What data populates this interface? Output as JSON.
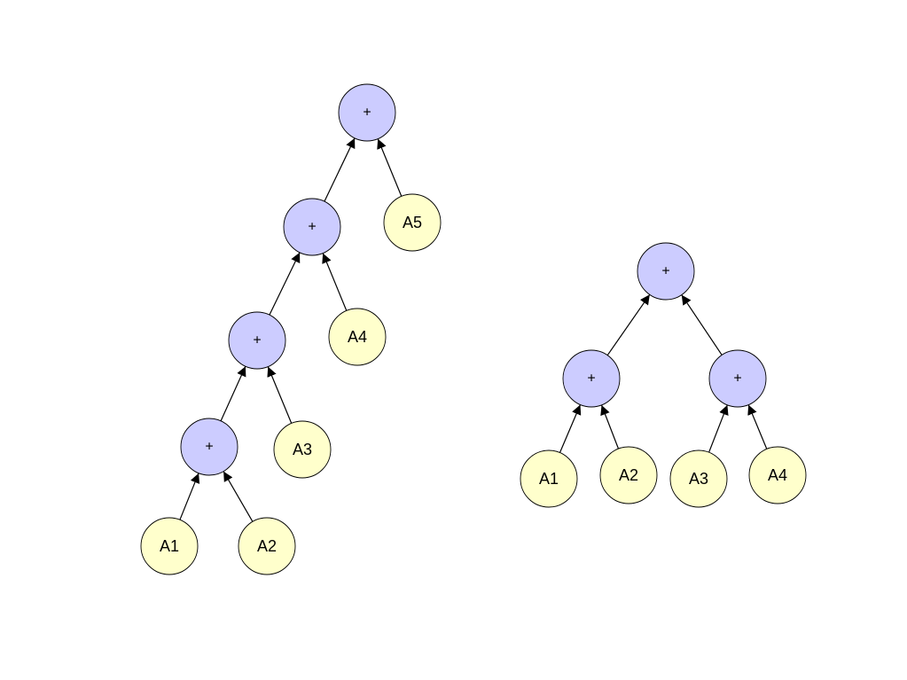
{
  "colors": {
    "operator_fill": "#ccccff",
    "operand_fill": "#ffffcc",
    "stroke": "#000000"
  },
  "trees": [
    {
      "name": "sequential-tree",
      "nodes": [
        {
          "id": "s1",
          "kind": "operator",
          "label": "+"
        },
        {
          "id": "s2",
          "kind": "operator",
          "label": "+"
        },
        {
          "id": "s3",
          "kind": "operator",
          "label": "+"
        },
        {
          "id": "s4",
          "kind": "operator",
          "label": "+"
        },
        {
          "id": "sA1",
          "kind": "operand",
          "label": "A1"
        },
        {
          "id": "sA2",
          "kind": "operand",
          "label": "A2"
        },
        {
          "id": "sA3",
          "kind": "operand",
          "label": "A3"
        },
        {
          "id": "sA4",
          "kind": "operand",
          "label": "A4"
        },
        {
          "id": "sA5",
          "kind": "operand",
          "label": "A5"
        }
      ],
      "edges": [
        {
          "from": "s2",
          "to": "s1"
        },
        {
          "from": "sA5",
          "to": "s1"
        },
        {
          "from": "s3",
          "to": "s2"
        },
        {
          "from": "sA4",
          "to": "s2"
        },
        {
          "from": "s4",
          "to": "s3"
        },
        {
          "from": "sA3",
          "to": "s3"
        },
        {
          "from": "sA1",
          "to": "s4"
        },
        {
          "from": "sA2",
          "to": "s4"
        }
      ]
    },
    {
      "name": "balanced-tree",
      "nodes": [
        {
          "id": "b1",
          "kind": "operator",
          "label": "+"
        },
        {
          "id": "b2",
          "kind": "operator",
          "label": "+"
        },
        {
          "id": "b3",
          "kind": "operator",
          "label": "+"
        },
        {
          "id": "bA1",
          "kind": "operand",
          "label": "A1"
        },
        {
          "id": "bA2",
          "kind": "operand",
          "label": "A2"
        },
        {
          "id": "bA3",
          "kind": "operand",
          "label": "A3"
        },
        {
          "id": "bA4",
          "kind": "operand",
          "label": "A4"
        }
      ],
      "edges": [
        {
          "from": "b2",
          "to": "b1"
        },
        {
          "from": "b3",
          "to": "b1"
        },
        {
          "from": "bA1",
          "to": "b2"
        },
        {
          "from": "bA2",
          "to": "b2"
        },
        {
          "from": "bA3",
          "to": "b3"
        },
        {
          "from": "bA4",
          "to": "b3"
        }
      ]
    }
  ]
}
